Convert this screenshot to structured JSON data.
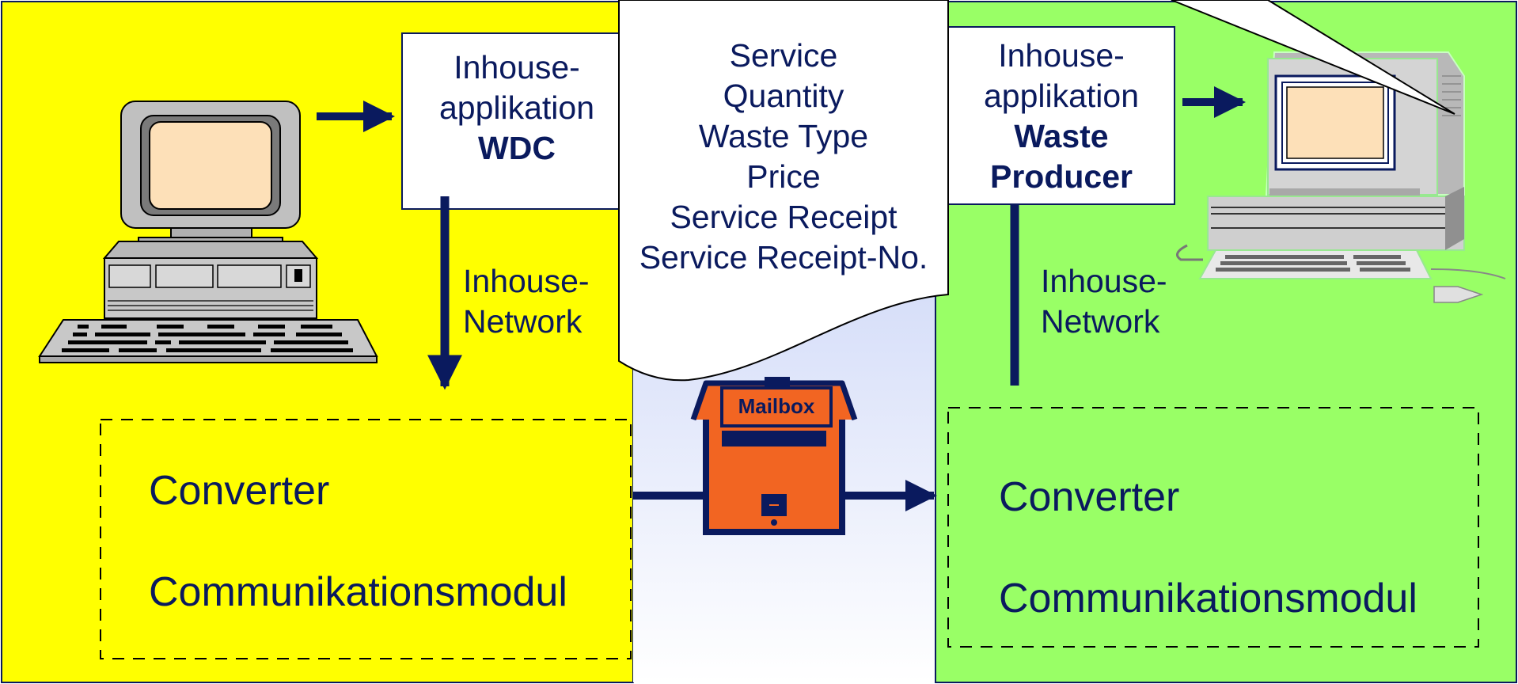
{
  "left": {
    "app_line1": "Inhouse-",
    "app_line2": "applikation",
    "app_name": "WDC",
    "network_line1": "Inhouse-",
    "network_line2": "Network",
    "converter": "Converter",
    "comm_module": "Communikationsmodul"
  },
  "right": {
    "app_line1": "Inhouse-",
    "app_line2": "applikation",
    "app_name_line1": "Waste",
    "app_name_line2": "Producer",
    "network_line1": "Inhouse-",
    "network_line2": "Network",
    "converter": "Converter",
    "comm_module": "Communikationsmodul"
  },
  "message": {
    "items": [
      "Service",
      "Quantity",
      "Waste Type",
      "Price",
      "Service Receipt",
      "Service Receipt-No."
    ]
  },
  "mailbox": {
    "label": "Mailbox"
  },
  "colors": {
    "left_zone": "#ffff00",
    "right_zone": "#99ff66",
    "middle_zone_top": "#c8d4f8",
    "middle_zone_bottom": "#ffffff",
    "navy": "#0a1a5e",
    "mailbox_orange": "#f26522"
  }
}
